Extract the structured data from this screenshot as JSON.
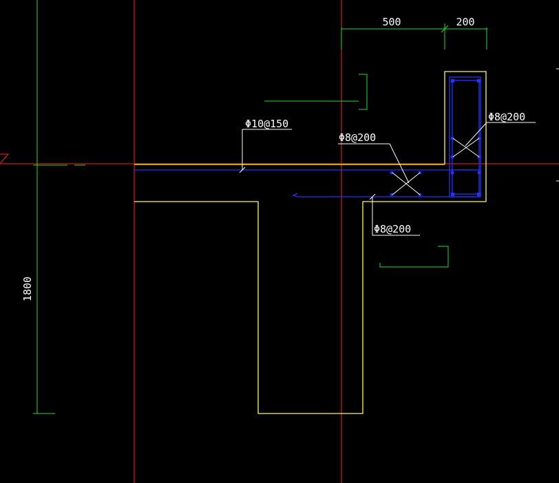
{
  "colors": {
    "background": "#000000",
    "axis": "#ff2020",
    "dimension": "#22e022",
    "concrete_outline": "#ffff40",
    "rebar": "#2233ff",
    "leader_text": "#ffffff"
  },
  "dimensions": {
    "top_left": "500",
    "top_right": "200",
    "left_vertical": "1800"
  },
  "rebar_labels": {
    "slab_main": "Φ10@150",
    "slab_tie": "Φ8@200",
    "wall_tie": "Φ8@200",
    "bottom_tie": "Φ8@200"
  }
}
